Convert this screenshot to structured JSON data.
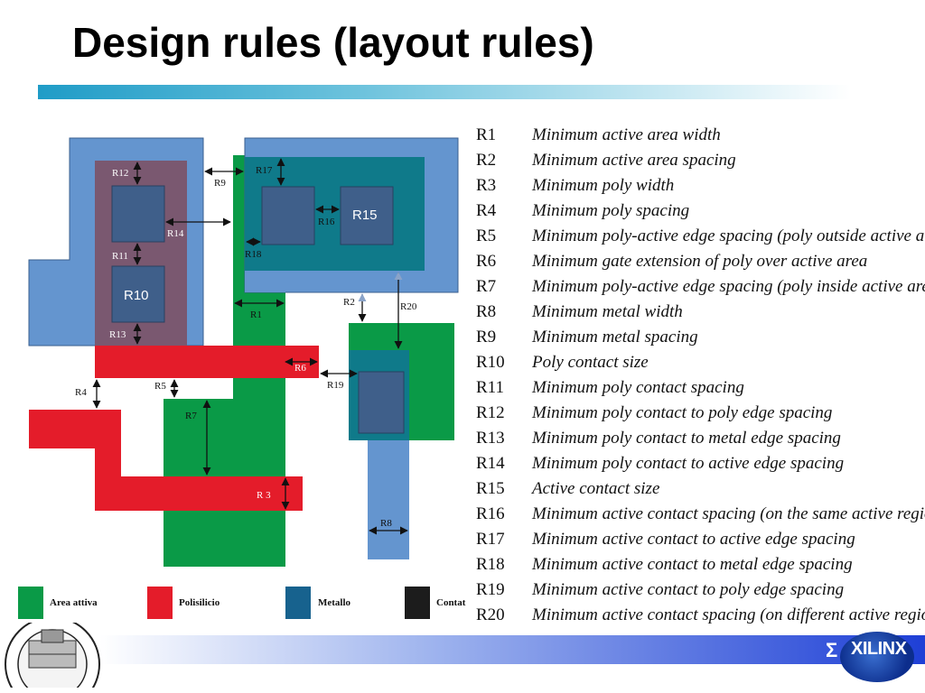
{
  "title": "Design rules (layout rules)",
  "diagram": {
    "labels": {
      "r1": "R1",
      "r2": "R2",
      "r3": "R 3",
      "r4": "R4",
      "r5": "R5",
      "r6": "R6",
      "r7": "R7",
      "r8": "R8",
      "r9": "R9",
      "r10": "R10",
      "r11": "R11",
      "r12": "R12",
      "r13": "R13",
      "r14": "R14",
      "r15": "R15",
      "r16": "R16",
      "r17": "R17",
      "r18": "R18",
      "r19": "R19",
      "r20": "R20"
    },
    "legend": [
      {
        "label": "Area attiva",
        "color": "#0a9a47"
      },
      {
        "label": "Polisilicio",
        "color": "#e41c2a"
      },
      {
        "label": "Metallo",
        "color": "#17628e"
      },
      {
        "label": "Contat",
        "color": "#1c1c1c"
      }
    ],
    "colors": {
      "active": "#0a9a47",
      "poly": "#e41c2a",
      "metal_light": "#6495cf",
      "metal_dark": "#0f7a8a",
      "contact": "#3f5f8a",
      "poly_metal_overlap": "#7a5870"
    }
  },
  "rules": [
    {
      "code": "R1",
      "desc": "Minimum active area width"
    },
    {
      "code": "R2",
      "desc": "Minimum active area spacing"
    },
    {
      "code": "R3",
      "desc": "Minimum poly width"
    },
    {
      "code": "R4",
      "desc": "Minimum poly spacing"
    },
    {
      "code": "R5",
      "desc": "Minimum poly-active edge spacing (poly outside active area)"
    },
    {
      "code": "R6",
      "desc": "Minimum gate extension of poly over active area"
    },
    {
      "code": "R7",
      "desc": "Minimum poly-active edge spacing (poly inside active area)"
    },
    {
      "code": "R8",
      "desc": "Minimum metal width"
    },
    {
      "code": "R9",
      "desc": "Minimum metal spacing"
    },
    {
      "code": "R10",
      "desc": "Poly contact size"
    },
    {
      "code": "R11",
      "desc": "Minimum poly contact spacing"
    },
    {
      "code": "R12",
      "desc": "Minimum poly contact to poly edge spacing"
    },
    {
      "code": "R13",
      "desc": "Minimum poly contact to metal edge spacing"
    },
    {
      "code": "R14",
      "desc": "Minimum poly contact to active edge spacing"
    },
    {
      "code": "R15",
      "desc": "Active contact size"
    },
    {
      "code": "R16",
      "desc": "Minimum active contact spacing (on the same active region)"
    },
    {
      "code": "R17",
      "desc": "Minimum active contact to active edge spacing"
    },
    {
      "code": "R18",
      "desc": "Minimum active contact to metal edge spacing"
    },
    {
      "code": "R19",
      "desc": "Minimum active contact to poly edge spacing"
    },
    {
      "code": "R20",
      "desc": "Minimum active contact spacing (on different active regions)"
    }
  ],
  "footer": {
    "brand": "XILINX"
  }
}
